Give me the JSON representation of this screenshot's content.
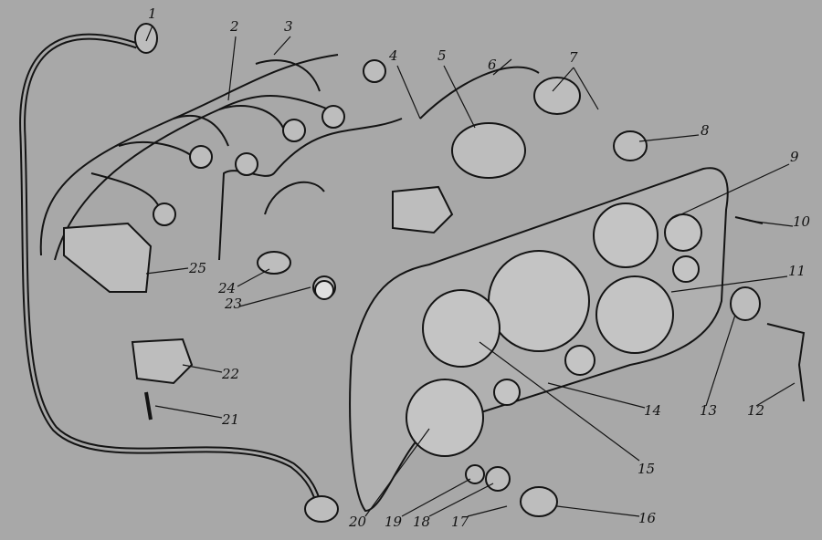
{
  "diagram": {
    "labels": [
      "1",
      "2",
      "3",
      "4",
      "5",
      "6",
      "7",
      "8",
      "9",
      "10",
      "11",
      "12",
      "13",
      "14",
      "15",
      "16",
      "17",
      "18",
      "19",
      "20",
      "21",
      "22",
      "23",
      "24",
      "25"
    ],
    "colors": {
      "background": "#a8a8a8",
      "ink": "#141414",
      "part_fill": "#bdbdbd"
    }
  }
}
